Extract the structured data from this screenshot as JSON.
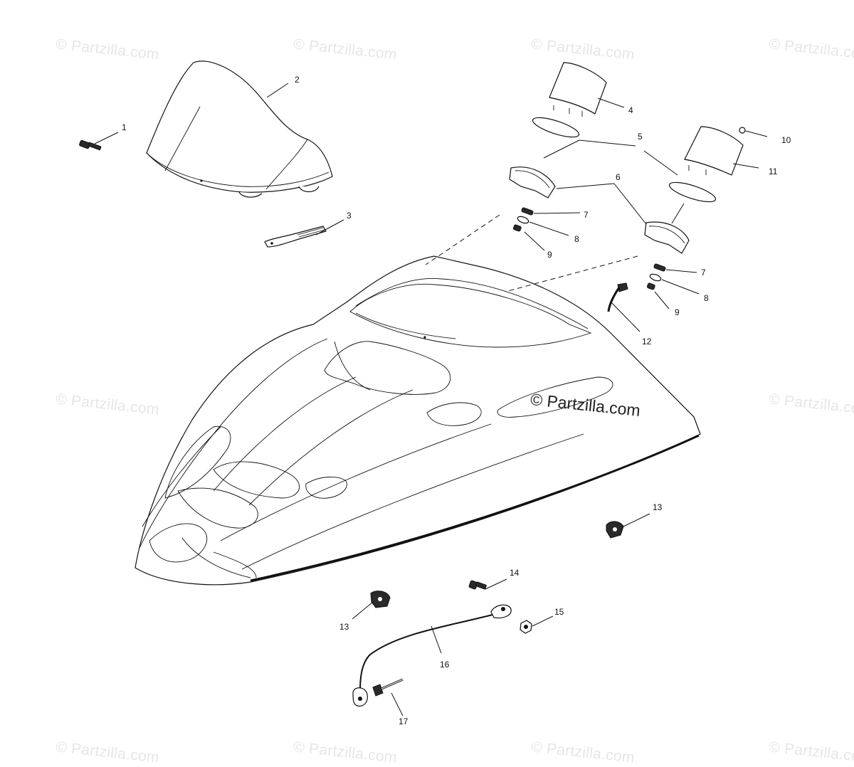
{
  "watermark": {
    "text": "© Partzilla.com",
    "main_text": "© Partzilla.com"
  },
  "callouts": [
    {
      "id": "c1",
      "label": "1"
    },
    {
      "id": "c2",
      "label": "2"
    },
    {
      "id": "c3",
      "label": "3"
    },
    {
      "id": "c4",
      "label": "4"
    },
    {
      "id": "c5",
      "label": "5"
    },
    {
      "id": "c6",
      "label": "6"
    },
    {
      "id": "c7a",
      "label": "7"
    },
    {
      "id": "c8a",
      "label": "8"
    },
    {
      "id": "c9a",
      "label": "9"
    },
    {
      "id": "c10",
      "label": "10"
    },
    {
      "id": "c11",
      "label": "11"
    },
    {
      "id": "c7b",
      "label": "7"
    },
    {
      "id": "c8b",
      "label": "8"
    },
    {
      "id": "c9b",
      "label": "9"
    },
    {
      "id": "c12",
      "label": "12"
    },
    {
      "id": "c13a",
      "label": "13"
    },
    {
      "id": "c13b",
      "label": "13"
    },
    {
      "id": "c14",
      "label": "14"
    },
    {
      "id": "c15",
      "label": "15"
    },
    {
      "id": "c16",
      "label": "16"
    },
    {
      "id": "c17",
      "label": "17"
    }
  ]
}
